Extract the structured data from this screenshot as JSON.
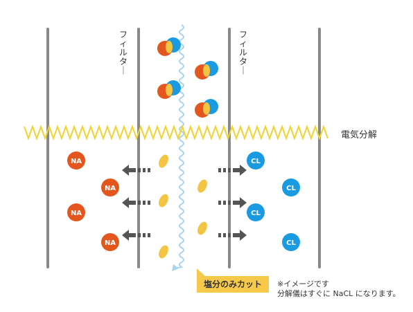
{
  "filter_labels": [
    "フィルター",
    "フィルター"
  ],
  "electrolysis_label": "電気分解",
  "salt_cut_label": "塩分のみカット",
  "note": {
    "line1": "※イメージです",
    "line2": "分解儀はすぐに NaCL になります。"
  },
  "ions": {
    "na_label": "NA",
    "cl_label": "CL"
  },
  "colors": {
    "na": "#e3571f",
    "cl": "#1a9ae0",
    "zigzag": "#f2d330",
    "wave": "#a9d3ef",
    "arrow": "#555555",
    "particle": "#f4c542",
    "wall": "#888888",
    "callout": "#f6c94a"
  }
}
